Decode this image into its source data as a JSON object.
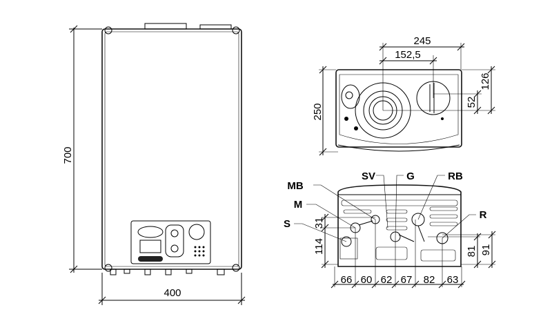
{
  "front_view": {
    "height_dim": "700",
    "width_dim": "400"
  },
  "top_view": {
    "dims": {
      "width_245": "245",
      "offset_152_5": "152,5",
      "depth_250": "250",
      "depth_126": "126",
      "depth_52": "52"
    }
  },
  "bottom_view": {
    "labels": {
      "mb": "MB",
      "sv": "SV",
      "g": "G",
      "rb": "RB",
      "m": "M",
      "r": "R",
      "s": "S"
    },
    "bottom_dims": [
      "66",
      "60",
      "62",
      "67",
      "82",
      "63"
    ],
    "left_dims": {
      "d31": "31",
      "d114": "114"
    },
    "right_dims": {
      "d81": "81",
      "d91": "91"
    }
  }
}
